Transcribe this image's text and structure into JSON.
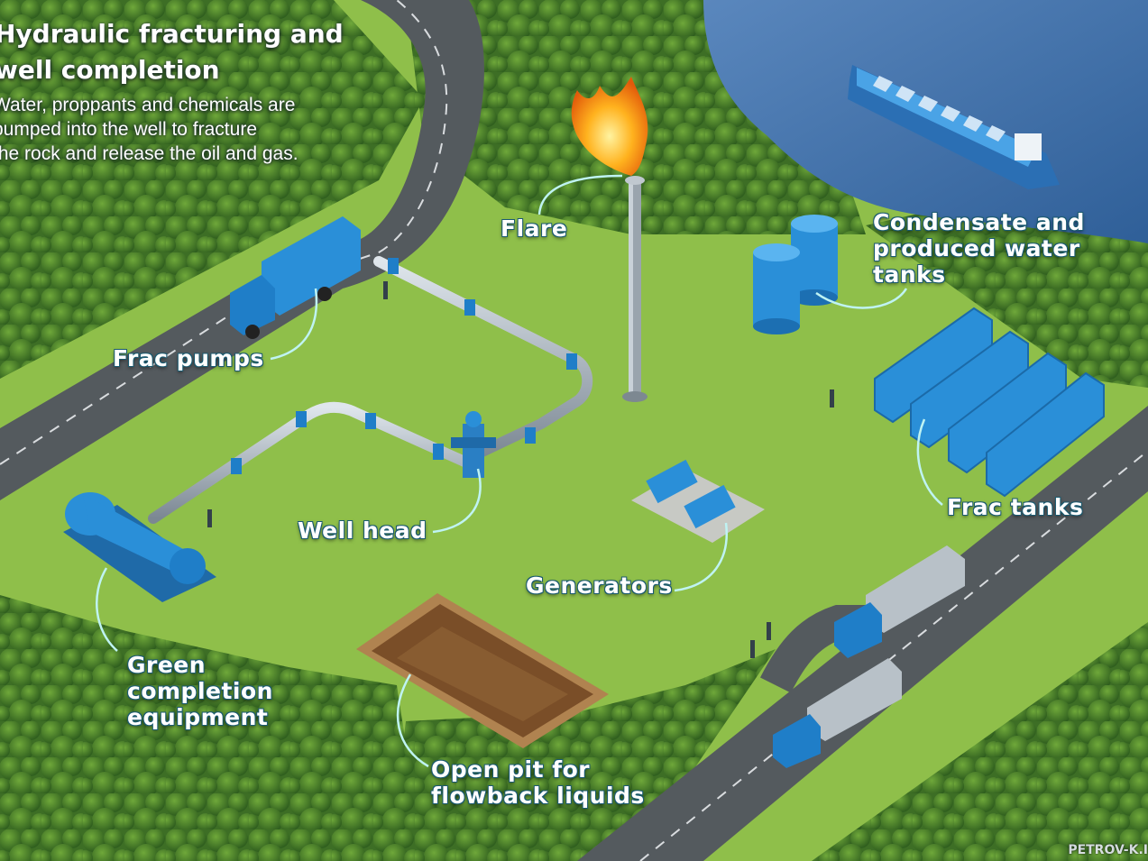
{
  "header": {
    "title_line1": "Hydraulic fracturing and",
    "title_line2": "well completion",
    "description_line1": "Water, proppants and chemicals are",
    "description_line2": "pumped into the well to fracture",
    "description_line3": "the rock and release the oil and gas."
  },
  "callouts": {
    "flare": "Flare",
    "tanks_line1": "Condensate and",
    "tanks_line2": "produced water",
    "tanks_line3": "tanks",
    "frac_pumps": "Frac pumps",
    "well_head": "Well head",
    "frac_tanks": "Frac tanks",
    "generators": "Generators",
    "green_line1": "Green",
    "green_line2": "completion",
    "green_line3": "equipment",
    "pit_line1": "Open pit for",
    "pit_line2": "flowback liquids"
  },
  "watermark": "PETROV-K.I",
  "colors": {
    "grass": "#8fbf4a",
    "road": "#545a5e",
    "water": "#3c6fa8",
    "equipment_blue": "#2a8fd8",
    "callout_line": "#bff3f3"
  }
}
